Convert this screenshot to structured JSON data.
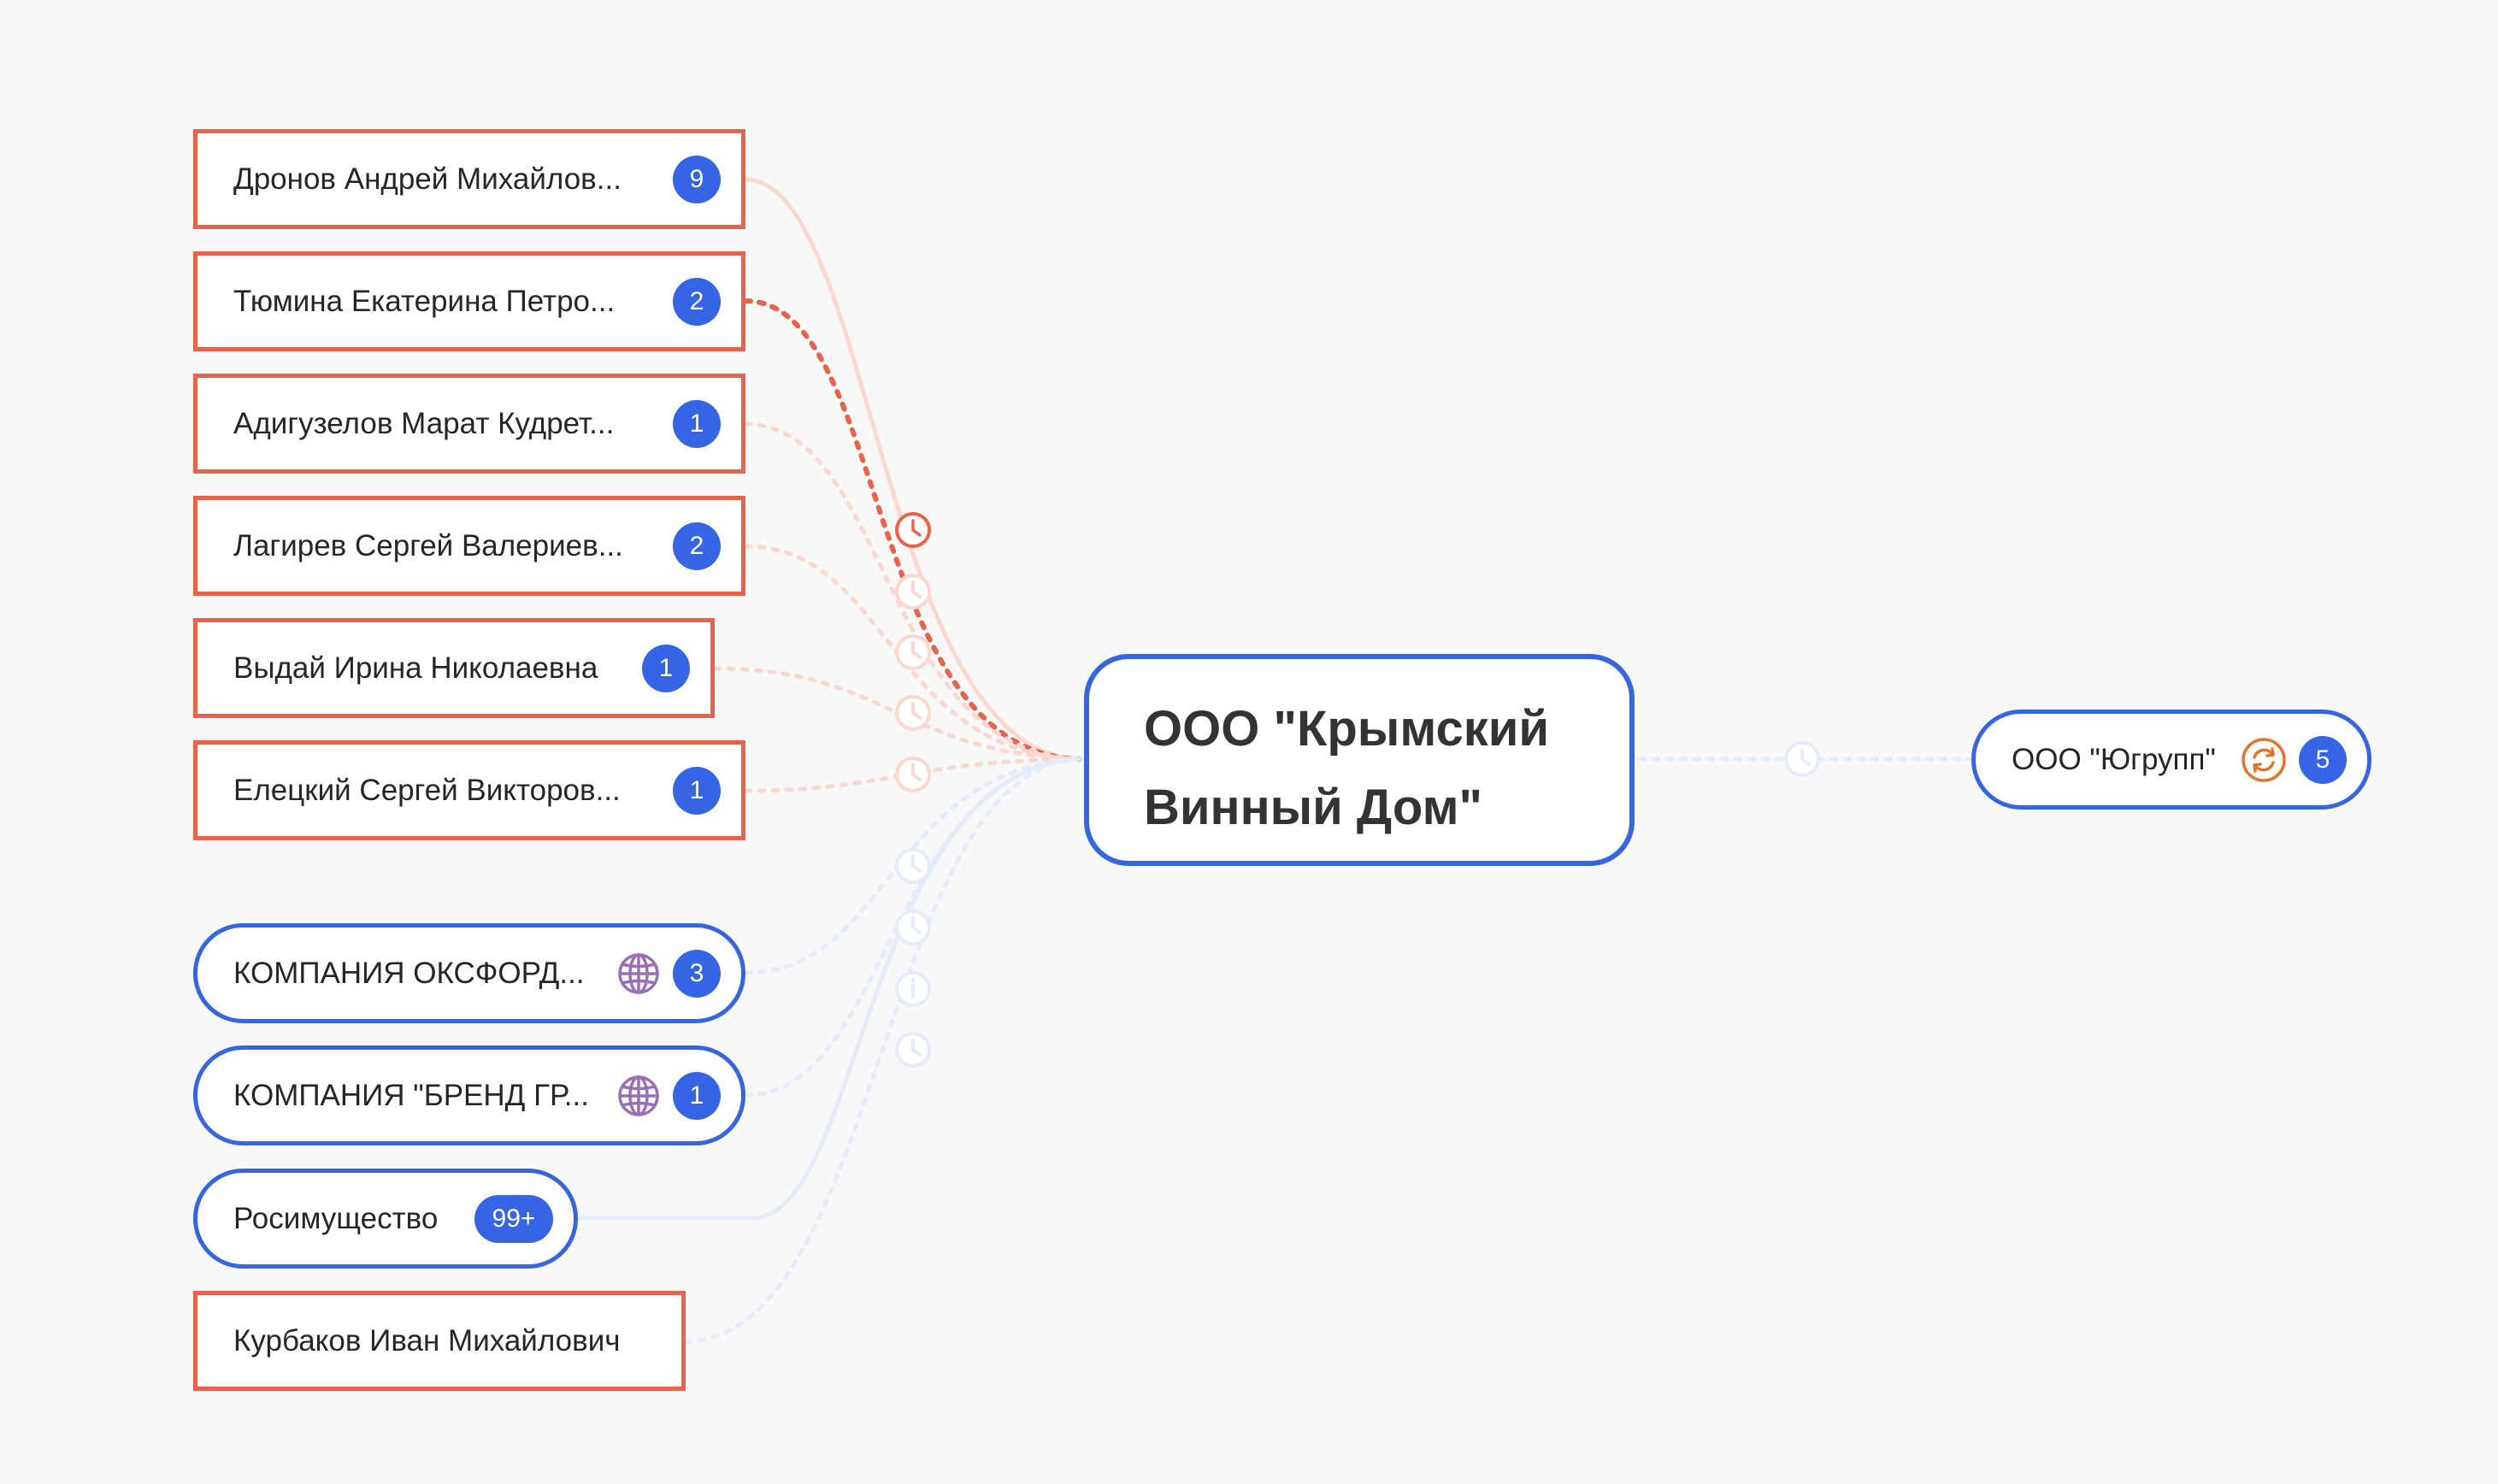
{
  "center": {
    "line1": "ООО \"Крымский",
    "line2": "Винный Дом\""
  },
  "left_nodes": [
    {
      "name": "Дронов Андрей Михайлов...",
      "badge": "9",
      "kind": "person"
    },
    {
      "name": "Тюмина Екатерина Петро...",
      "badge": "2",
      "kind": "person"
    },
    {
      "name": "Адигузелов Марат Кудрет...",
      "badge": "1",
      "kind": "person"
    },
    {
      "name": "Лагирев Сергей Валериев...",
      "badge": "2",
      "kind": "person"
    },
    {
      "name": "Выдай Ирина Николаевна",
      "badge": "1",
      "kind": "person"
    },
    {
      "name": "Елецкий Сергей Викторов...",
      "badge": "1",
      "kind": "person"
    },
    {
      "name": "КОМПАНИЯ ОКСФОРД...",
      "badge": "3",
      "kind": "company",
      "icon": "globe-icon"
    },
    {
      "name": "КОМПАНИЯ \"БРЕНД ГР...",
      "badge": "1",
      "kind": "company",
      "icon": "globe-icon"
    },
    {
      "name": "Росимущество",
      "badge": "99+",
      "kind": "company"
    },
    {
      "name": "Курбаков Иван Михайлович",
      "kind": "person"
    }
  ],
  "right_nodes": [
    {
      "name": "ООО \"Югрупп\"",
      "badge": "5",
      "kind": "company",
      "icon": "sync-icon"
    }
  ],
  "colors": {
    "person_border": "#e8634a",
    "company_border": "#3666df",
    "badge_bg": "#3565e4",
    "globe": "#9b6fb5",
    "sync": "#e0762b",
    "background": "#f8f8f8"
  }
}
